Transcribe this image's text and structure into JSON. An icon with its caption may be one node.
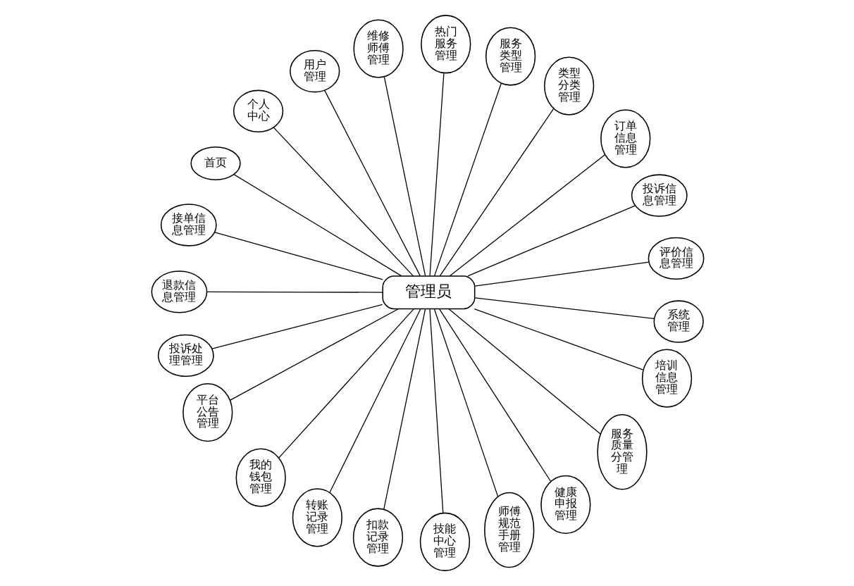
{
  "diagram": {
    "nodes": [
      {
        "text": [
          "管理员"
        ]
      },
      {
        "text": [
          "首页"
        ]
      },
      {
        "text": [
          "个人中心"
        ]
      },
      {
        "text": [
          "用户管理"
        ]
      },
      {
        "text": [
          "维修师傅管理"
        ]
      },
      {
        "text": [
          "热门服务管理"
        ]
      },
      {
        "text": [
          "服务类型管理"
        ]
      },
      {
        "text": [
          "类型分类管理"
        ]
      },
      {
        "text": [
          "订单信息管理"
        ]
      },
      {
        "text": [
          "投诉信息管理"
        ]
      },
      {
        "text": [
          "评价信息管理"
        ]
      },
      {
        "text": [
          "系统管理"
        ]
      },
      {
        "text": [
          "培训信息管理"
        ]
      },
      {
        "text": [
          "服务质量分管理"
        ]
      },
      {
        "text": [
          "健康申报管理"
        ]
      },
      {
        "text": [
          "师傅规范手册管理"
        ]
      },
      {
        "text": [
          "技能中心管理"
        ]
      },
      {
        "text": [
          "扣款记录管理"
        ]
      },
      {
        "text": [
          "转账记录管理"
        ]
      },
      {
        "text": [
          "我的钱包管理"
        ]
      },
      {
        "text": [
          "平台公告管理"
        ]
      },
      {
        "text": [
          "投诉处理管理"
        ]
      },
      {
        "text": [
          "退款信息管理"
        ]
      },
      {
        "text": [
          "接单信息管理"
        ]
      }
    ],
    "edges": [
      {
        "from": 0,
        "to": 1,
        "arrow": "none"
      },
      {
        "from": 0,
        "to": 2,
        "arrow": "none"
      },
      {
        "from": 0,
        "to": 3,
        "arrow": "none"
      },
      {
        "from": 0,
        "to": 4,
        "arrow": "none"
      },
      {
        "from": 0,
        "to": 5,
        "arrow": "none"
      },
      {
        "from": 0,
        "to": 6,
        "arrow": "none"
      },
      {
        "from": 0,
        "to": 7,
        "arrow": "none"
      },
      {
        "from": 0,
        "to": 8,
        "arrow": "none"
      },
      {
        "from": 0,
        "to": 9,
        "arrow": "none"
      },
      {
        "from": 0,
        "to": 10,
        "arrow": "none"
      },
      {
        "from": 0,
        "to": 11,
        "arrow": "none"
      },
      {
        "from": 0,
        "to": 12,
        "arrow": "none"
      },
      {
        "from": 0,
        "to": 13,
        "arrow": "none"
      },
      {
        "from": 0,
        "to": 14,
        "arrow": "none"
      },
      {
        "from": 0,
        "to": 15,
        "arrow": "none"
      },
      {
        "from": 0,
        "to": 16,
        "arrow": "none"
      },
      {
        "from": 0,
        "to": 17,
        "arrow": "none"
      },
      {
        "from": 0,
        "to": 18,
        "arrow": "none"
      },
      {
        "from": 0,
        "to": 19,
        "arrow": "none"
      },
      {
        "from": 0,
        "to": 20,
        "arrow": "none"
      },
      {
        "from": 0,
        "to": 21,
        "arrow": "none"
      },
      {
        "from": 0,
        "to": 22,
        "arrow": "none"
      },
      {
        "from": 0,
        "to": 23,
        "arrow": "none"
      }
    ]
  }
}
